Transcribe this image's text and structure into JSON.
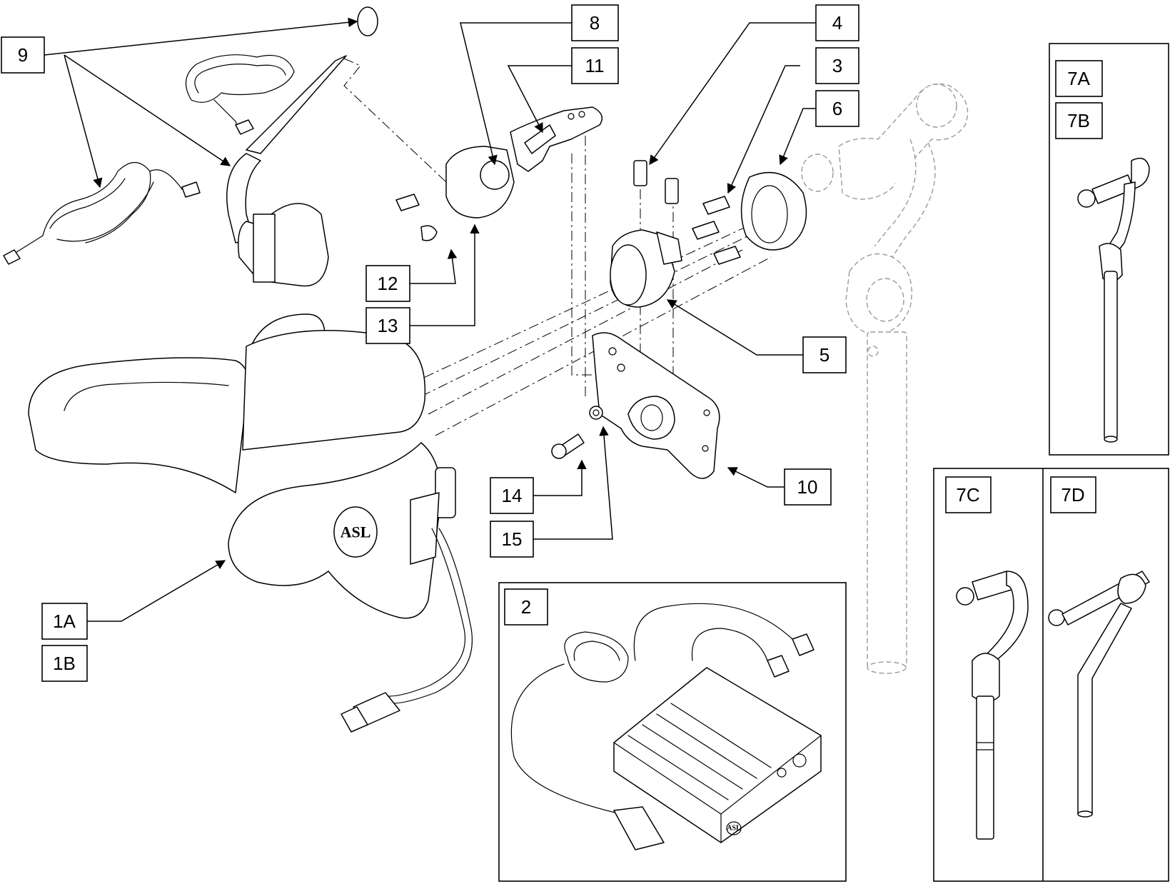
{
  "callouts": {
    "c9": "9",
    "c8": "8",
    "c11": "11",
    "c4": "4",
    "c3": "3",
    "c6": "6",
    "c12": "12",
    "c13": "13",
    "c5": "5",
    "c10": "10",
    "c14": "14",
    "c15": "15",
    "c1a": "1A",
    "c1b": "1B",
    "c2": "2",
    "c7a": "7A",
    "c7b": "7B",
    "c7c": "7C",
    "c7d": "7D"
  },
  "logos": {
    "headrest": "ASL",
    "control_box": "ASL"
  }
}
